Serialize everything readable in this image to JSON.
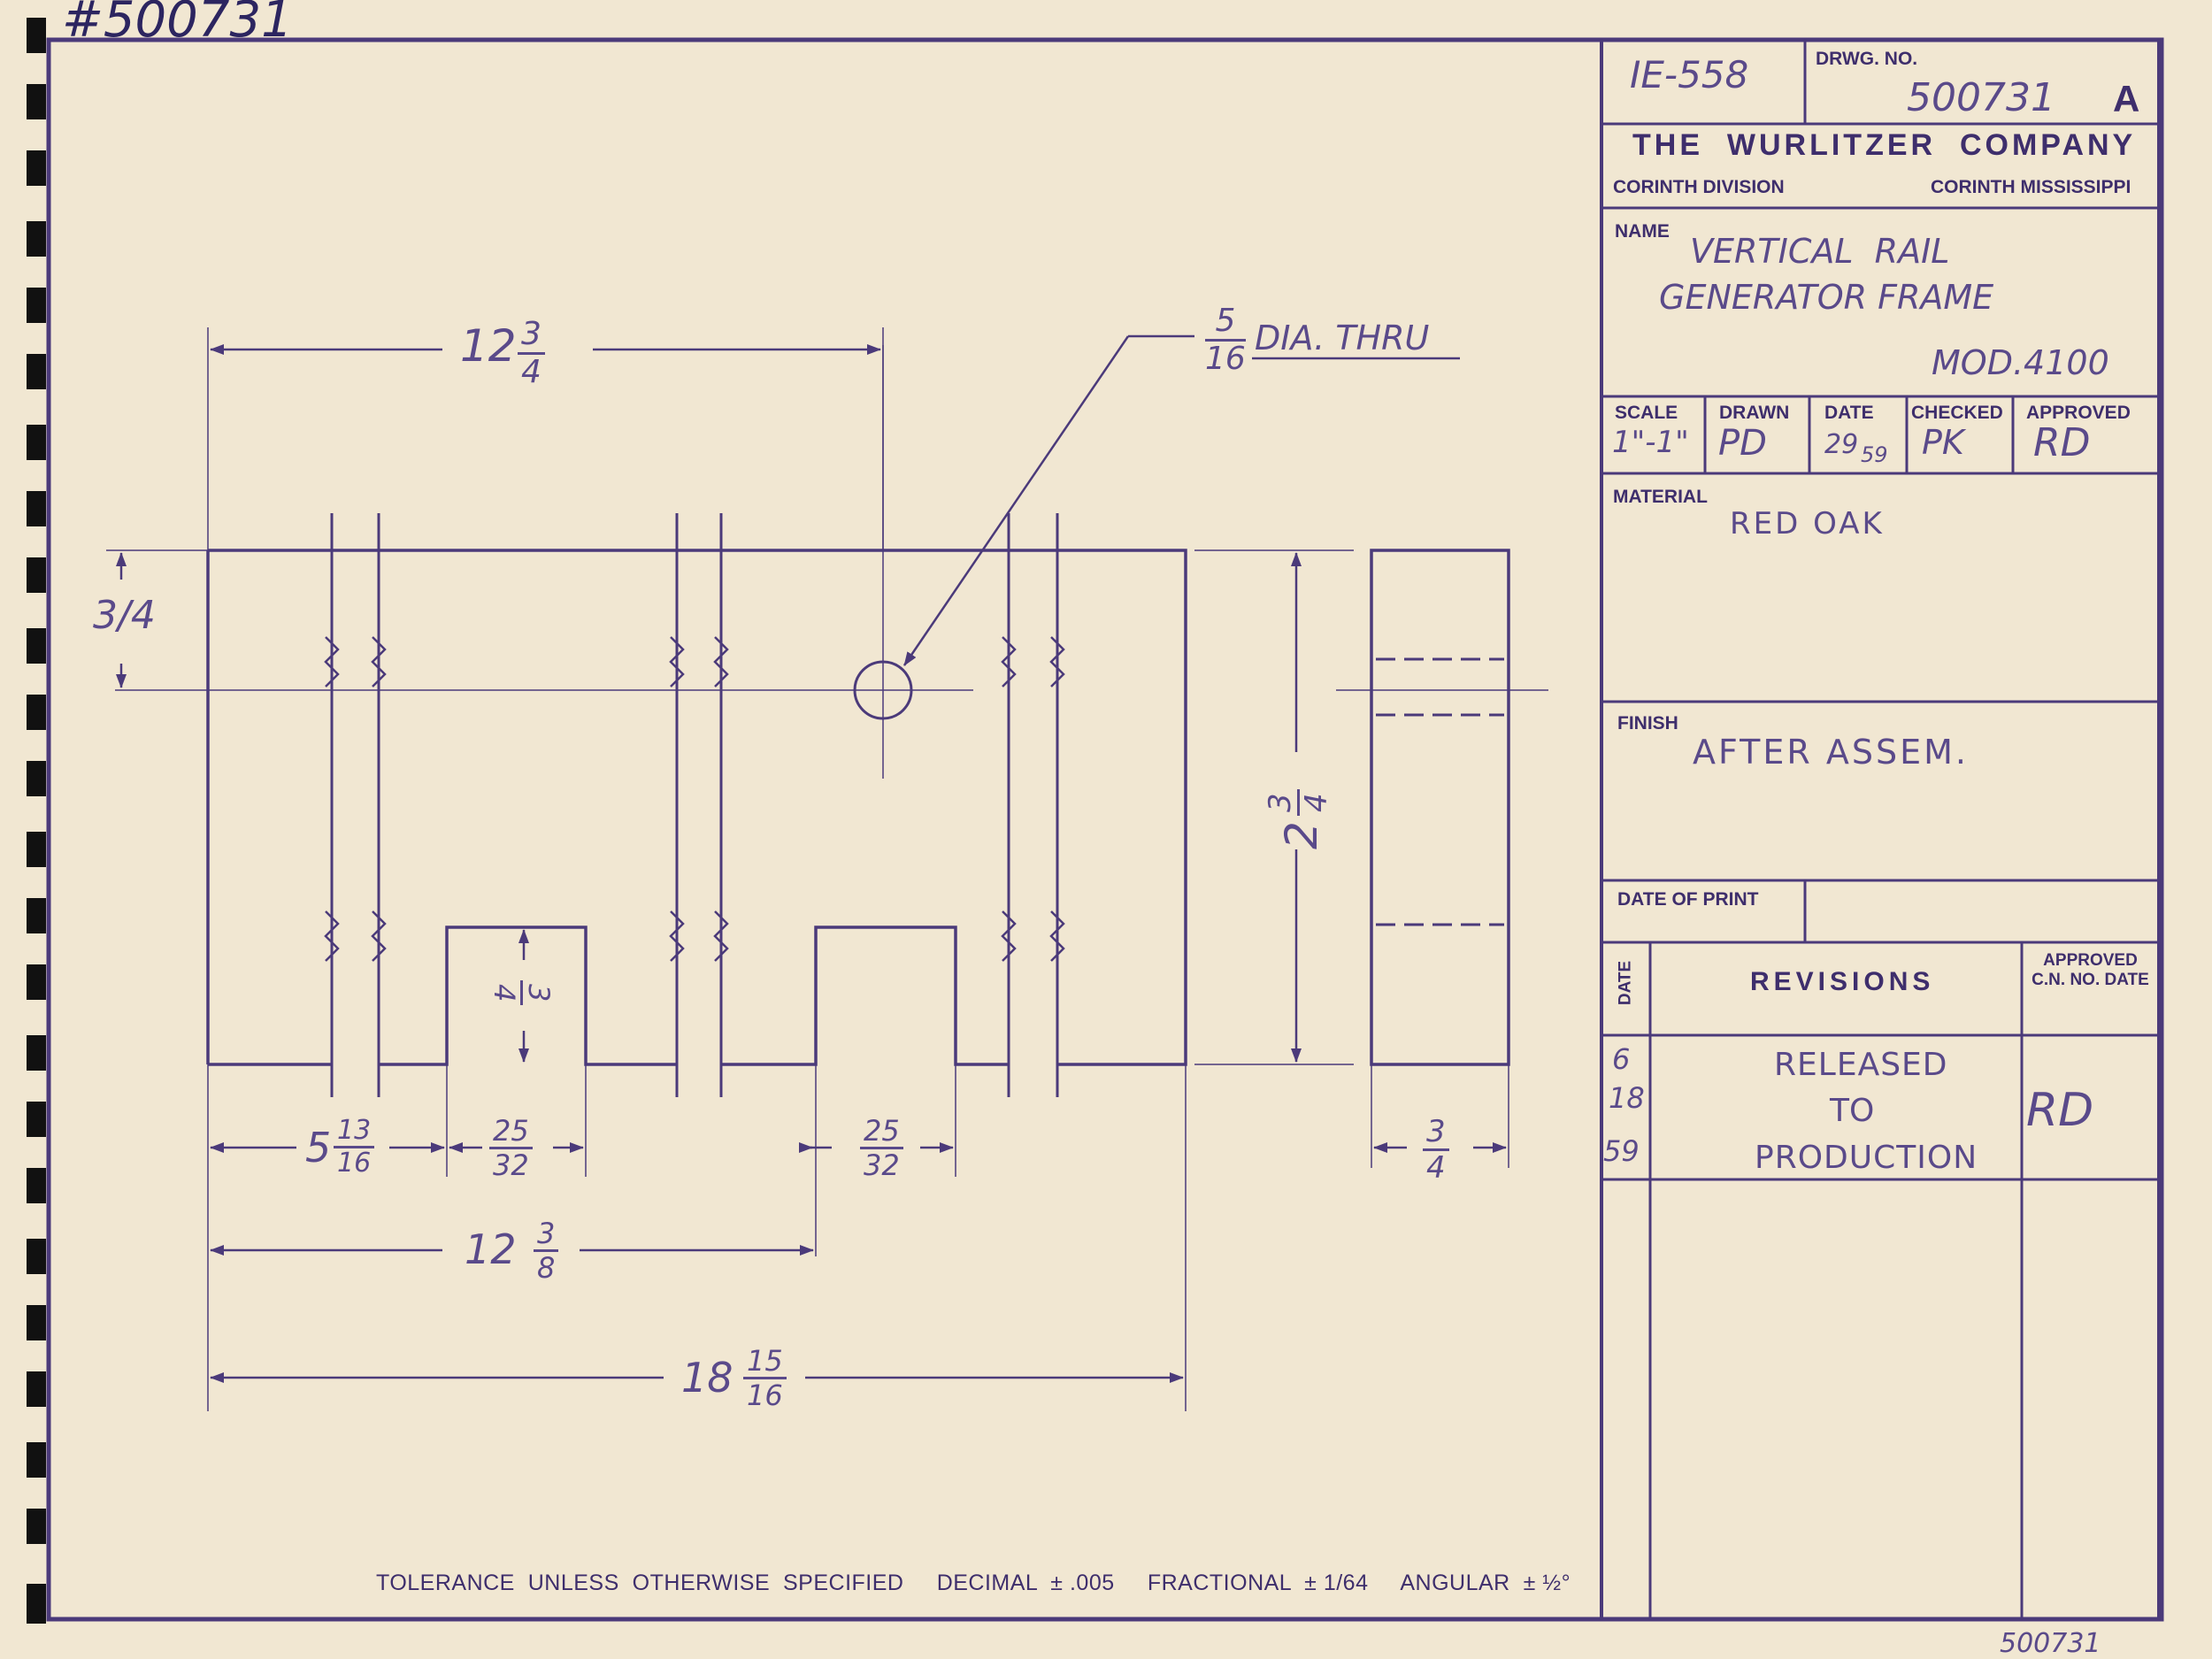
{
  "corner_number": "#500731",
  "footer_number": "500731",
  "title_block": {
    "file_no": "IE-558",
    "drwg_no_label": "DRWG. NO.",
    "drwg_no": "500731",
    "revision_letter": "A",
    "company": "THE  WURLITZER  COMPANY",
    "division": "CORINTH DIVISION",
    "location": "CORINTH MISSISSIPPI",
    "name_label": "NAME",
    "name_line1": "VERTICAL  RAIL",
    "name_line2": "GENERATOR FRAME",
    "model": "MOD.4100",
    "scale_label": "SCALE",
    "scale": "1\"-1\"",
    "drawn_label": "DRAWN",
    "drawn": "PD",
    "date_label": "DATE",
    "date_day": "29",
    "date_year": "59",
    "checked_label": "CHECKED",
    "checked": "PK",
    "approved_label": "APPROVED",
    "approved": "RD",
    "material_label": "MATERIAL",
    "material": "RED OAK",
    "finish_label": "FINISH",
    "finish": "AFTER ASSEM.",
    "date_of_print_label": "DATE OF PRINT",
    "revisions_date_label": "DATE",
    "revisions_label": "REVISIONS",
    "revisions_approved_label": "APPROVED C.N. NO. DATE",
    "revision_rows": [
      {
        "date": [
          "6",
          "18",
          "59"
        ],
        "text": [
          "RELEASED",
          "TO",
          "PRODUCTION"
        ],
        "approved": "RD"
      }
    ]
  },
  "tolerance_note": "TOLERANCE  UNLESS  OTHERWISE  SPECIFIED     DECIMAL  ± .005     FRACTIONAL  ± 1/64     ANGULAR  ± ½°",
  "dimensions": {
    "top_width": {
      "whole": "12",
      "num": "3",
      "den": "4"
    },
    "hole_note": {
      "num": "5",
      "den": "16",
      "text": "DIA. THRU"
    },
    "left_height": "3/4",
    "height": {
      "whole": "2",
      "num": "3",
      "den": "4"
    },
    "notch_depth": {
      "num": "3",
      "den": "4"
    },
    "left_offset": {
      "whole": "5",
      "num": "13",
      "den": "16"
    },
    "notch_width_1": {
      "num": "25",
      "den": "32"
    },
    "notch_width_2": {
      "num": "25",
      "den": "32"
    },
    "side_thickness": {
      "num": "3",
      "den": "4"
    },
    "notch_offset": {
      "whole": "12",
      "num": "3",
      "den": "8"
    },
    "overall_width": {
      "whole": "18",
      "num": "15",
      "den": "16"
    }
  }
}
